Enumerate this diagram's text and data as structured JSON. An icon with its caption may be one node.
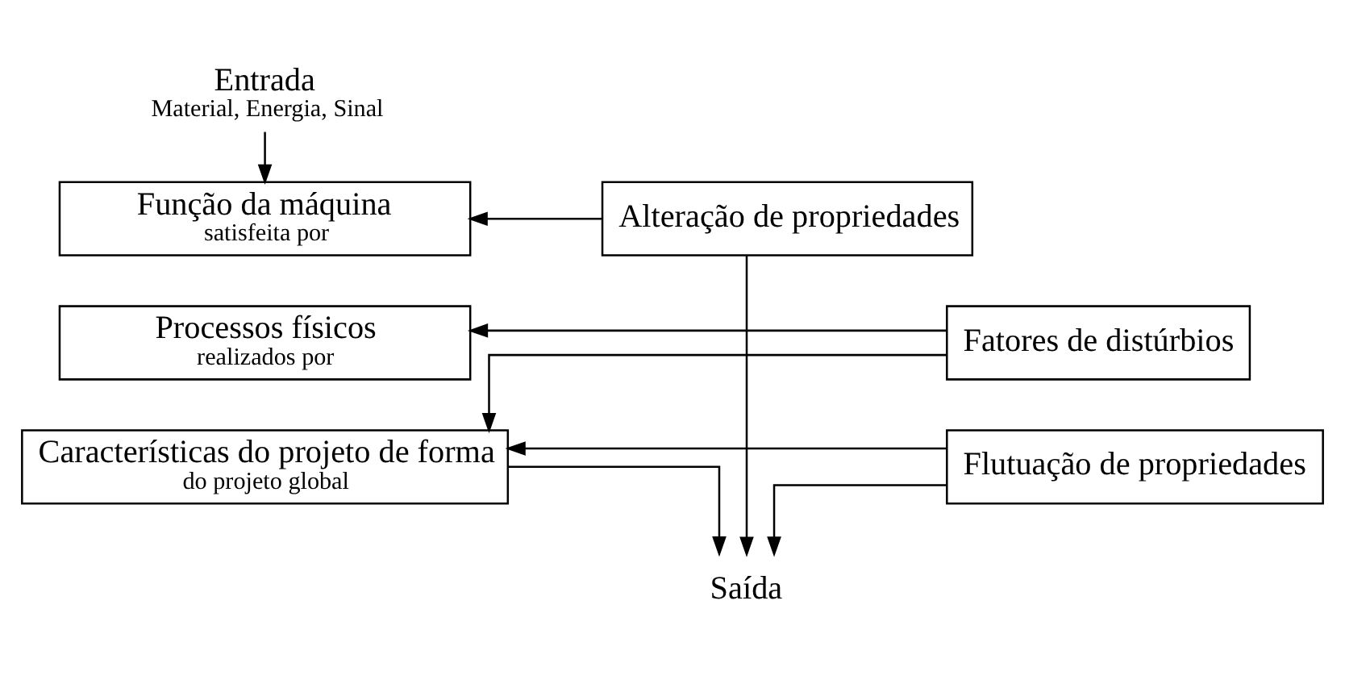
{
  "diagram": {
    "nodes": [
      {
        "text": [
          "Entrada",
          "Material, Energia, Sinal"
        ]
      },
      {
        "text": [
          "Função da máquina",
          "satisfeita por"
        ]
      },
      {
        "text": [
          "Processos físicos",
          "realizados por"
        ]
      },
      {
        "text": [
          "Características do projeto de forma",
          "do projeto global"
        ]
      },
      {
        "text": [
          "Alteração de propriedades"
        ]
      },
      {
        "text": [
          "Fatores de distúrbios"
        ]
      },
      {
        "text": [
          "Flutuação de propriedades"
        ]
      },
      {
        "text": [
          "Saída"
        ]
      }
    ],
    "edges": [
      {
        "from": 0,
        "to": 1,
        "arrow": "to"
      },
      {
        "from": 4,
        "to": 1,
        "arrow": "to"
      },
      {
        "from": 5,
        "to": 2,
        "arrow": "to"
      },
      {
        "from": 5,
        "to": 3,
        "arrow": "to"
      },
      {
        "from": 6,
        "to": 3,
        "arrow": "to"
      },
      {
        "from": 3,
        "to": 7,
        "arrow": "to"
      },
      {
        "from": 6,
        "to": 7,
        "arrow": "to"
      },
      {
        "from": 4,
        "to": 7,
        "arrow": "to"
      }
    ]
  }
}
